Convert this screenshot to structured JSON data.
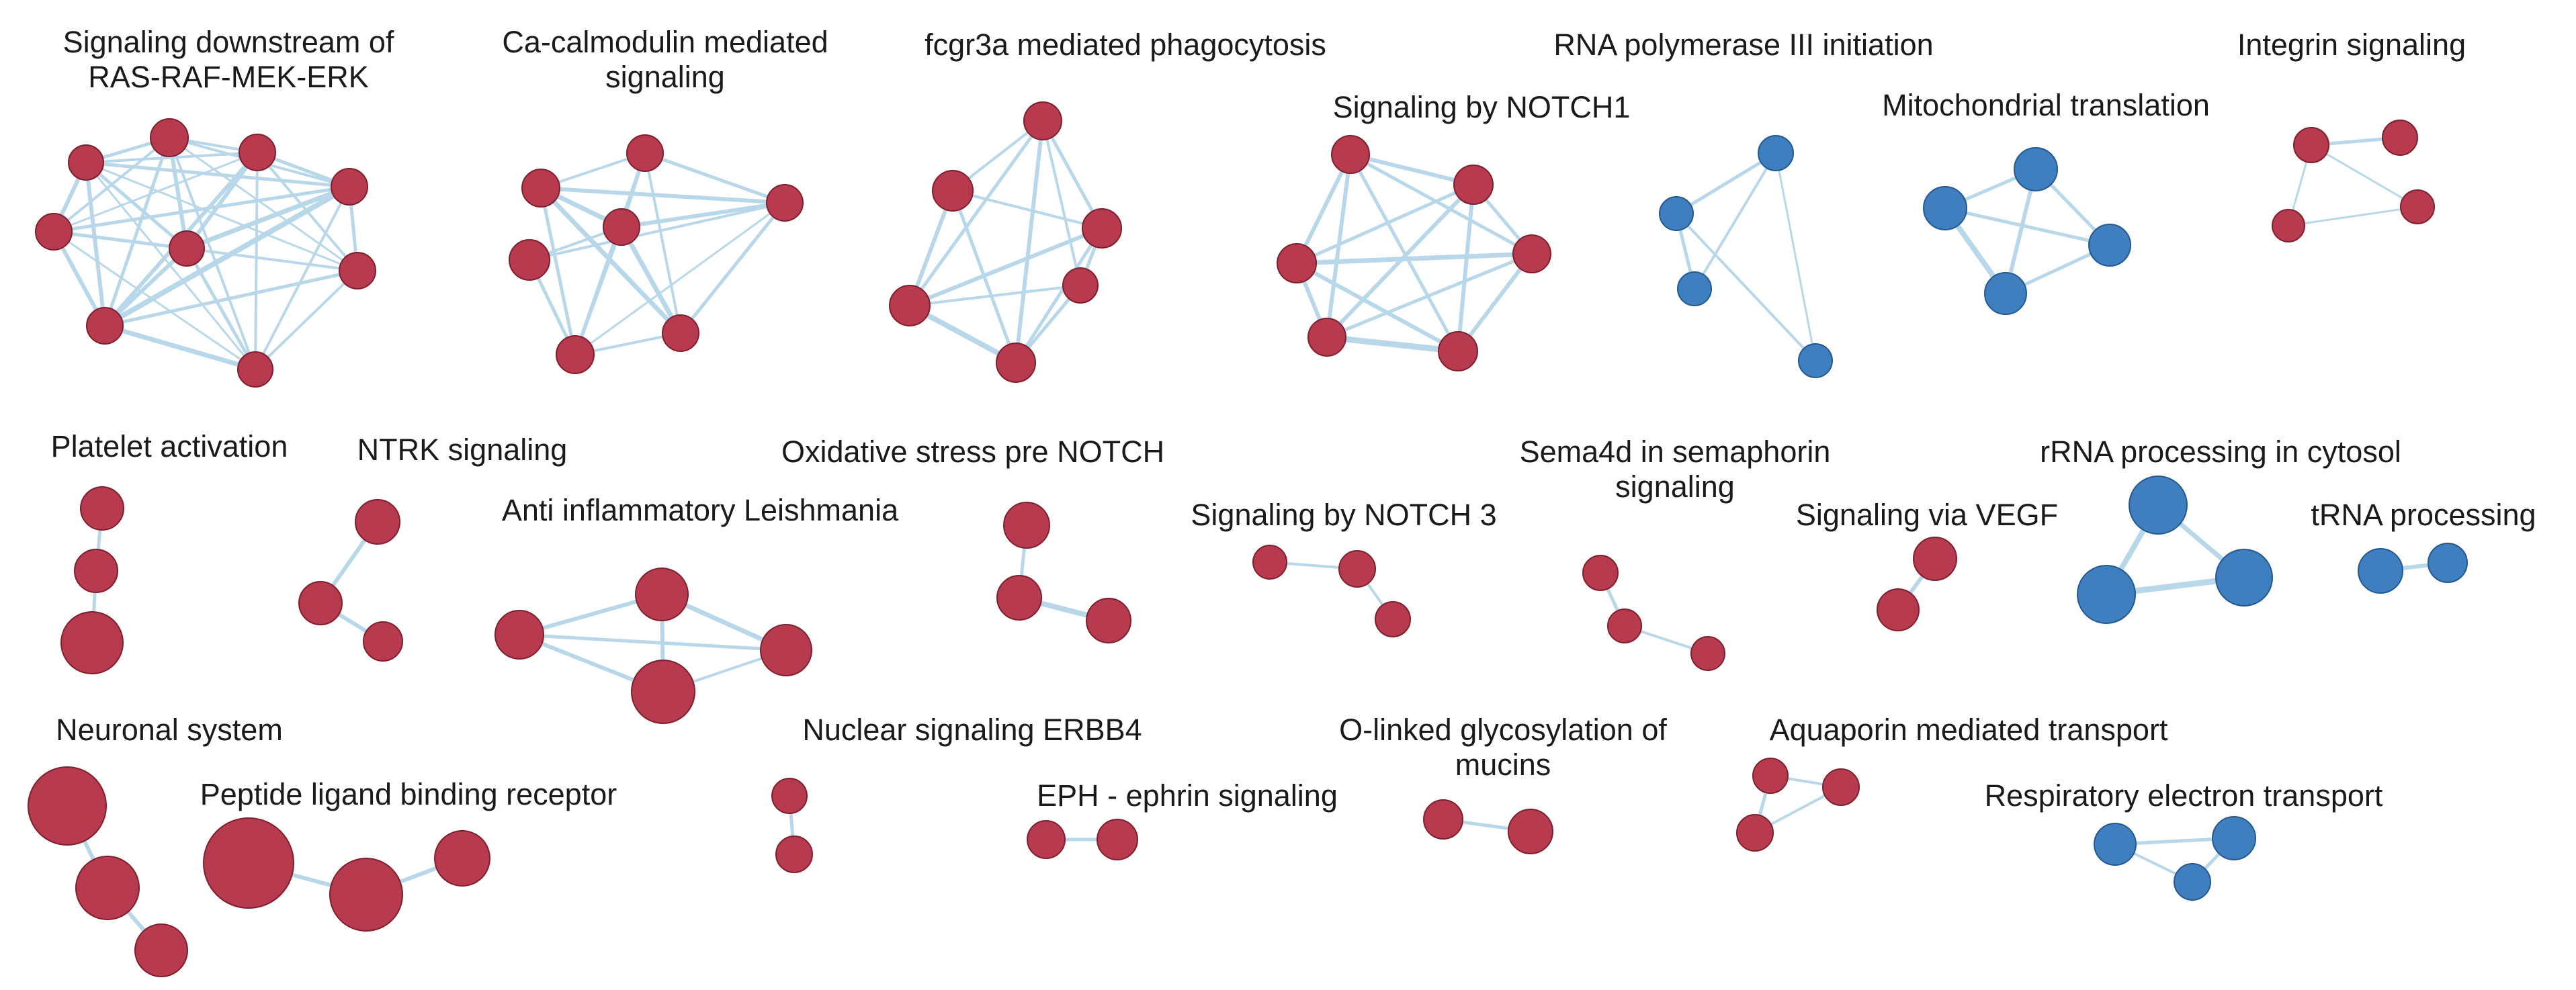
{
  "colors": {
    "red_node": "#b83a4e",
    "red_stroke": "#7e1f2e",
    "blue_node": "#3f7fbf",
    "blue_stroke": "#24588e",
    "edge": "#b8d8ea"
  },
  "clusters": [
    {
      "label_lines": [
        "Signaling downstream of",
        "RAS-RAF-MEK-ERK"
      ],
      "color": "red"
    },
    {
      "label_lines": [
        "Ca-calmodulin mediated",
        "signaling"
      ],
      "color": "red"
    },
    {
      "label_lines": [
        "fcgr3a mediated phagocytosis"
      ],
      "color": "red"
    },
    {
      "label_lines": [
        "RNA polymerase III initiation"
      ],
      "color": "blue"
    },
    {
      "label_lines": [
        "Integrin signaling"
      ],
      "color": "red"
    },
    {
      "label_lines": [
        "Signaling by NOTCH1"
      ],
      "color": "red"
    },
    {
      "label_lines": [
        "Mitochondrial translation"
      ],
      "color": "blue"
    },
    {
      "label_lines": [
        "Platelet activation"
      ],
      "color": "red"
    },
    {
      "label_lines": [
        "NTRK signaling"
      ],
      "color": "red"
    },
    {
      "label_lines": [
        "Oxidative stress pre NOTCH"
      ],
      "color": "red"
    },
    {
      "label_lines": [
        "Sema4d in semaphorin",
        "signaling"
      ],
      "color": "red"
    },
    {
      "label_lines": [
        "rRNA processing in cytosol"
      ],
      "color": "blue"
    },
    {
      "label_lines": [
        "Anti inflammatory Leishmania"
      ],
      "color": "red"
    },
    {
      "label_lines": [
        "Signaling by NOTCH 3"
      ],
      "color": "red"
    },
    {
      "label_lines": [
        "Signaling via VEGF"
      ],
      "color": "red"
    },
    {
      "label_lines": [
        "tRNA processing"
      ],
      "color": "blue"
    },
    {
      "label_lines": [
        "Neuronal system"
      ],
      "color": "red"
    },
    {
      "label_lines": [
        "Nuclear signaling ERBB4"
      ],
      "color": "red"
    },
    {
      "label_lines": [
        "O-linked glycosylation of",
        "mucins"
      ],
      "color": "red"
    },
    {
      "label_lines": [
        "Aquaporin mediated transport"
      ],
      "color": "red"
    },
    {
      "label_lines": [
        "Peptide ligand binding receptor"
      ],
      "color": "red"
    },
    {
      "label_lines": [
        "EPH - ephrin signaling"
      ],
      "color": "red"
    },
    {
      "label_lines": [
        "Respiratory electron transport"
      ],
      "color": "blue"
    }
  ]
}
